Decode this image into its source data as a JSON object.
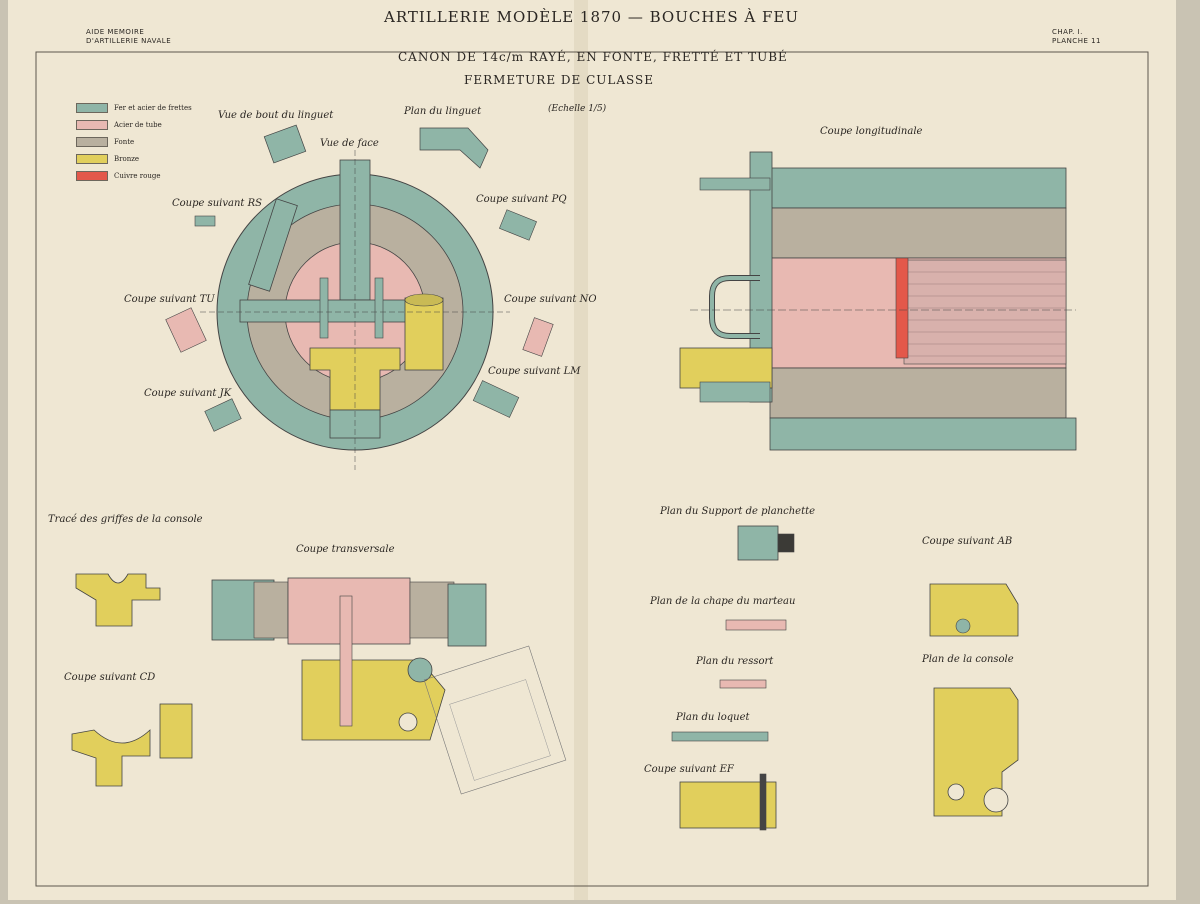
{
  "header": {
    "left_line1": "AIDE MEMOIRE",
    "left_line2": "D'ARTILLERIE NAVALE",
    "title": "ARTILLERIE MODÈLE 1870 — BOUCHES À FEU",
    "right_line1": "CHAP. I.",
    "right_line2": "PLANCHE 11"
  },
  "subtitle": {
    "line1": "CANON DE 14c/m RAYÉ, EN FONTE, FRETTÉ ET TUBÉ",
    "line2": "FERMETURE DE CULASSE",
    "scale": "(Echelle 1/5)"
  },
  "legend": [
    {
      "label": "Fer et acier de frettes",
      "color": "#8fb5a7"
    },
    {
      "label": "Acier de tube",
      "color": "#e8b9b2"
    },
    {
      "label": "Fonte",
      "color": "#b9b09f"
    },
    {
      "label": "Bronze",
      "color": "#e1cf5c"
    },
    {
      "label": "Cuivre rouge",
      "color": "#e3584a"
    }
  ],
  "labels": {
    "vue_bout_linguet": "Vue de bout du linguet",
    "plan_linguet": "Plan du linguet",
    "vue_face": "Vue de face",
    "coupe_rs": "Coupe suivant RS",
    "coupe_pq": "Coupe suivant PQ",
    "coupe_tu": "Coupe suivant TU",
    "coupe_no": "Coupe suivant NO",
    "coupe_lm": "Coupe suivant LM",
    "coupe_jk": "Coupe suivant JK",
    "coupe_longitudinale": "Coupe longitudinale",
    "trace_griffes": "Tracé des griffes de la console",
    "coupe_transversale": "Coupe transversale",
    "coupe_cd": "Coupe suivant CD",
    "plan_support": "Plan du Support de planchette",
    "coupe_ab": "Coupe suivant AB",
    "plan_chape": "Plan de la chape du marteau",
    "plan_ressort": "Plan du ressort",
    "plan_console": "Plan de la console",
    "plan_loquet": "Plan du loquet",
    "coupe_ef": "Coupe suivant EF"
  }
}
